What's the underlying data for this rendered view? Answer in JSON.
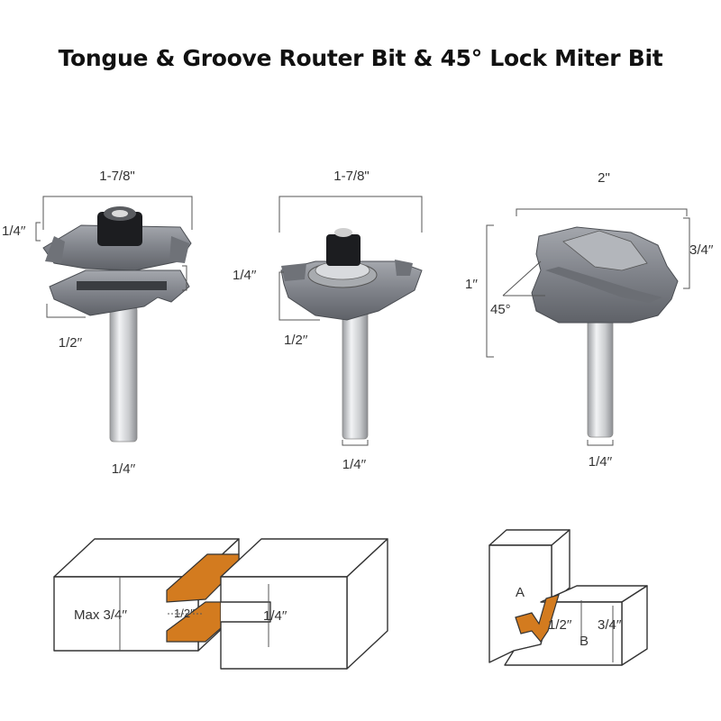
{
  "title": "Tongue & Groove Router Bit & 45° Lock Miter Bit",
  "bits": [
    {
      "name": "groove-bit",
      "diameter_label": "1-7/8\"",
      "cut_height_label": "1/4′′",
      "depth_label": "1/2′′",
      "shank_label": "1/4′′"
    },
    {
      "name": "tongue-bit",
      "diameter_label": "1-7/8\"",
      "cut_height_label": "1/4′′",
      "depth_label": "1/2′′",
      "shank_label": "1/4′′"
    },
    {
      "name": "lock-miter-bit",
      "diameter_label": "2\"",
      "height_label": "1′′",
      "cut_height_label": "3/4′′",
      "angle_label": "45°",
      "shank_label": "1/4′′"
    }
  ],
  "joint_diagram": {
    "max_label": "Max 3/4′′",
    "tongue_label": "1/2′′",
    "groove_label": "1/4′′"
  },
  "miter_diagram": {
    "part_a_label": "A",
    "part_b_label": "B",
    "inner_label": "1/2′′",
    "outer_label": "3/4′′"
  },
  "colors": {
    "metal": "#8a8d93",
    "metal_dark": "#55585e",
    "shank": "#d8dadd",
    "wood": "#d37b1f"
  }
}
